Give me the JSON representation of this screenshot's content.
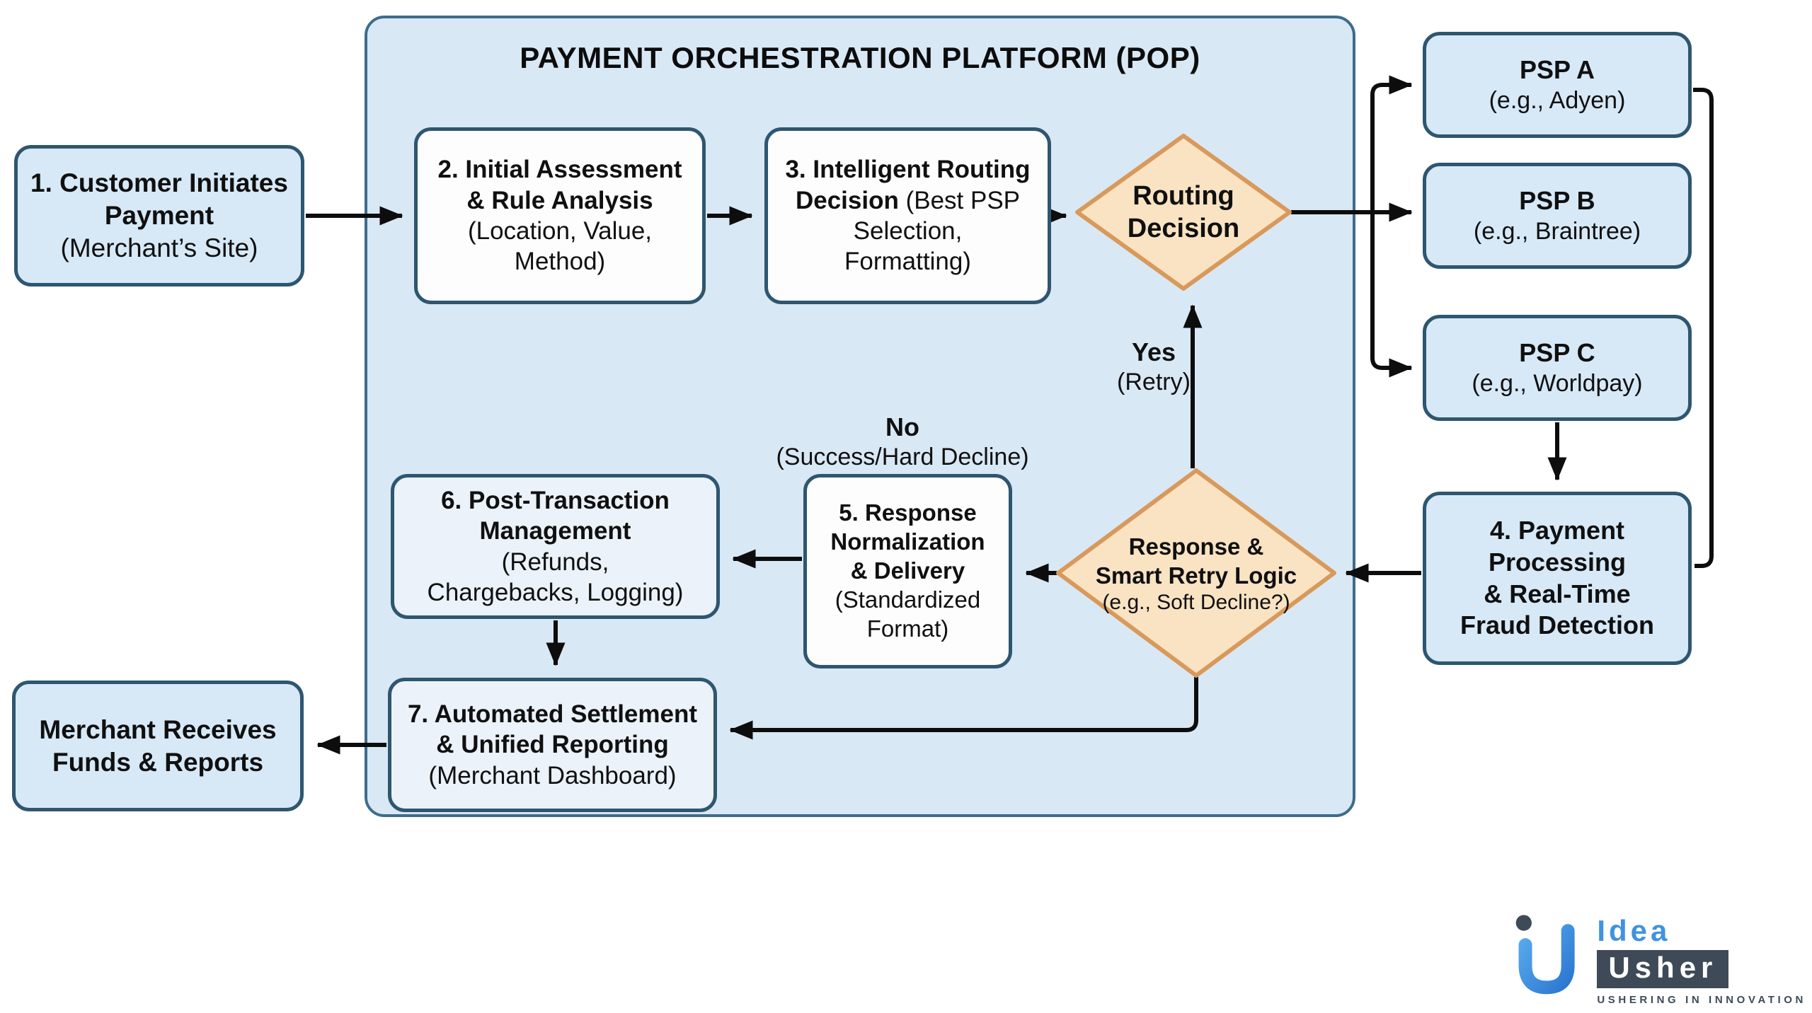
{
  "title": "PAYMENT ORCHESTRATION PLATFORM (POP)",
  "nodes": {
    "customer": {
      "bold": [
        "1. Customer Initiates",
        "Payment"
      ],
      "sub": [
        "(Merchant’s Site)"
      ]
    },
    "assessment": {
      "bold": [
        "2. Initial Assessment",
        "& Rule Analysis"
      ],
      "sub": [
        "(Location, Value,",
        "Method)"
      ]
    },
    "routing_box": {
      "bold1": "3. Intelligent Routing",
      "bold2": "Decision",
      "sub2": " (Best PSP",
      "sub3": "Selection,",
      "sub4": "Formatting)"
    },
    "routing_diamond": {
      "bold": [
        "Routing",
        "Decision"
      ]
    },
    "psp_a": {
      "bold": [
        "PSP A"
      ],
      "sub": [
        "(e.g., Adyen)"
      ]
    },
    "psp_b": {
      "bold": [
        "PSP B"
      ],
      "sub": [
        "(e.g., Braintree)"
      ]
    },
    "psp_c": {
      "bold": [
        "PSP C"
      ],
      "sub": [
        "(e.g., Worldpay)"
      ]
    },
    "processing": {
      "bold": [
        "4. Payment",
        "Processing",
        "& Real-Time",
        "Fraud Detection"
      ]
    },
    "retry_diamond": {
      "bold": [
        "Response &",
        "Smart Retry Logic"
      ],
      "sub": [
        "(e.g., Soft Decline?)"
      ]
    },
    "normalization": {
      "bold": [
        "5. Response",
        "Normalization",
        "& Delivery"
      ],
      "sub": [
        "(Standardized",
        "Format)"
      ]
    },
    "post_transaction": {
      "bold": [
        "6. Post-Transaction",
        "Management"
      ],
      "sub": [
        "(Refunds,",
        "Chargebacks, Logging)"
      ]
    },
    "settlement": {
      "bold": [
        "7. Automated Settlement",
        "& Unified Reporting"
      ],
      "sub": [
        "(Merchant Dashboard)"
      ]
    },
    "merchant": {
      "bold": [
        "Merchant Receives",
        "Funds & Reports"
      ]
    }
  },
  "labels": {
    "yes": {
      "bold": "Yes",
      "sub": "(Retry)"
    },
    "no": {
      "bold": "No",
      "sub": "(Success/Hard Decline)"
    }
  },
  "logo": {
    "idea": "Idea",
    "usher": "Usher",
    "tagline": "USHERING IN INNOVATION"
  },
  "colors": {
    "container_fill": "#d9e8f5",
    "container_border": "#3e6c8c",
    "box_fill_blue": "#d7e9f7",
    "box_fill_lighter_blue": "#ebf2fa",
    "box_fill_white": "#fdfdfe",
    "box_border": "#2e5670",
    "diamond_fill": "#f9e3c3",
    "diamond_border": "#d8995b",
    "arrow": "#0d0d0d",
    "logo_blue": "#3f93e0",
    "logo_slate": "#3e4a57"
  }
}
